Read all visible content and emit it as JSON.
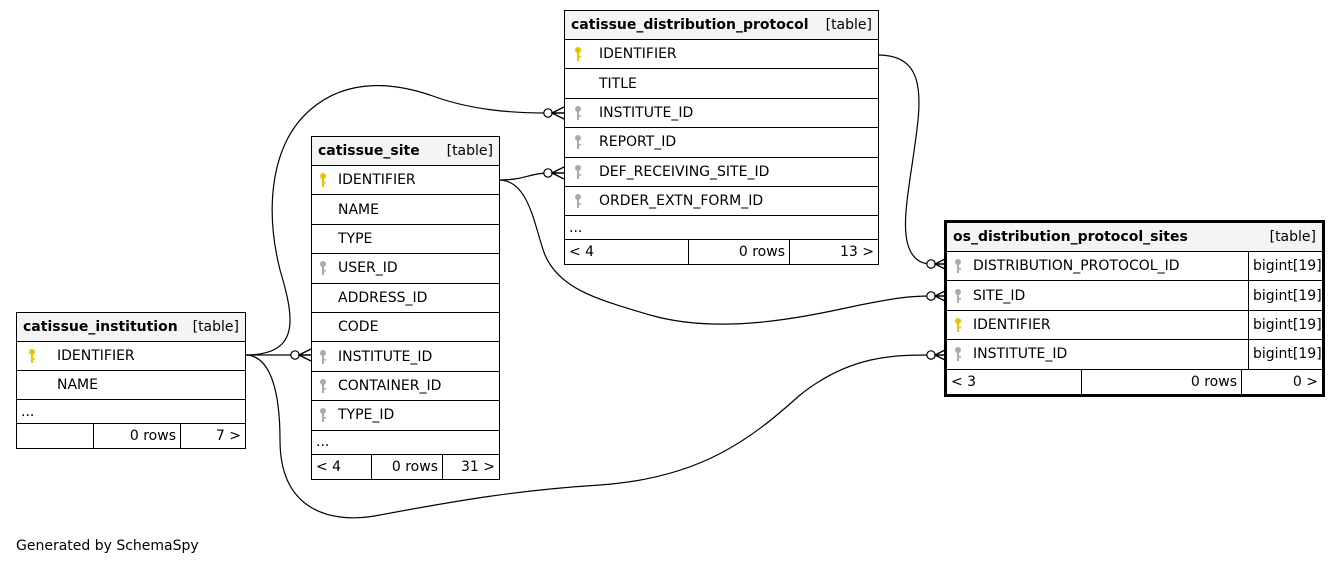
{
  "tables": {
    "institution": {
      "name": "catissue_institution",
      "tag": "[table]",
      "columns": [
        {
          "name": "IDENTIFIER",
          "key": "primary"
        },
        {
          "name": "NAME",
          "key": "none"
        }
      ],
      "ellipsis": "...",
      "footer": {
        "parents": "",
        "rows": "0 rows",
        "children": "7 >"
      }
    },
    "site": {
      "name": "catissue_site",
      "tag": "[table]",
      "columns": [
        {
          "name": "IDENTIFIER",
          "key": "primary"
        },
        {
          "name": "NAME",
          "key": "none"
        },
        {
          "name": "TYPE",
          "key": "none"
        },
        {
          "name": "USER_ID",
          "key": "foreign"
        },
        {
          "name": "ADDRESS_ID",
          "key": "none"
        },
        {
          "name": "CODE",
          "key": "none"
        },
        {
          "name": "INSTITUTE_ID",
          "key": "foreign"
        },
        {
          "name": "CONTAINER_ID",
          "key": "foreign"
        },
        {
          "name": "TYPE_ID",
          "key": "foreign"
        }
      ],
      "ellipsis": "...",
      "footer": {
        "parents": "< 4",
        "rows": "0 rows",
        "children": "31 >"
      }
    },
    "protocol": {
      "name": "catissue_distribution_protocol",
      "tag": "[table]",
      "columns": [
        {
          "name": "IDENTIFIER",
          "key": "primary"
        },
        {
          "name": "TITLE",
          "key": "none"
        },
        {
          "name": "INSTITUTE_ID",
          "key": "foreign"
        },
        {
          "name": "REPORT_ID",
          "key": "foreign"
        },
        {
          "name": "DEF_RECEIVING_SITE_ID",
          "key": "foreign"
        },
        {
          "name": "ORDER_EXTN_FORM_ID",
          "key": "foreign"
        }
      ],
      "ellipsis": "...",
      "footer": {
        "parents": "< 4",
        "rows": "0 rows",
        "children": "13 >"
      }
    },
    "sites": {
      "name": "os_distribution_protocol_sites",
      "tag": "[table]",
      "columns": [
        {
          "name": "DISTRIBUTION_PROTOCOL_ID",
          "key": "foreign",
          "type": "bigint[19]"
        },
        {
          "name": "SITE_ID",
          "key": "foreign",
          "type": "bigint[19]"
        },
        {
          "name": "IDENTIFIER",
          "key": "primary",
          "type": "bigint[19]"
        },
        {
          "name": "INSTITUTE_ID",
          "key": "foreign",
          "type": "bigint[19]"
        }
      ],
      "footer": {
        "parents": "< 3",
        "rows": "0 rows",
        "children": "0 >"
      }
    }
  },
  "caption": "Generated by SchemaSpy",
  "colors": {
    "primary_key": "#e6c400",
    "foreign_key": "#aaaaaa",
    "line": "#000000",
    "header_bg": "#f4f4f4"
  }
}
